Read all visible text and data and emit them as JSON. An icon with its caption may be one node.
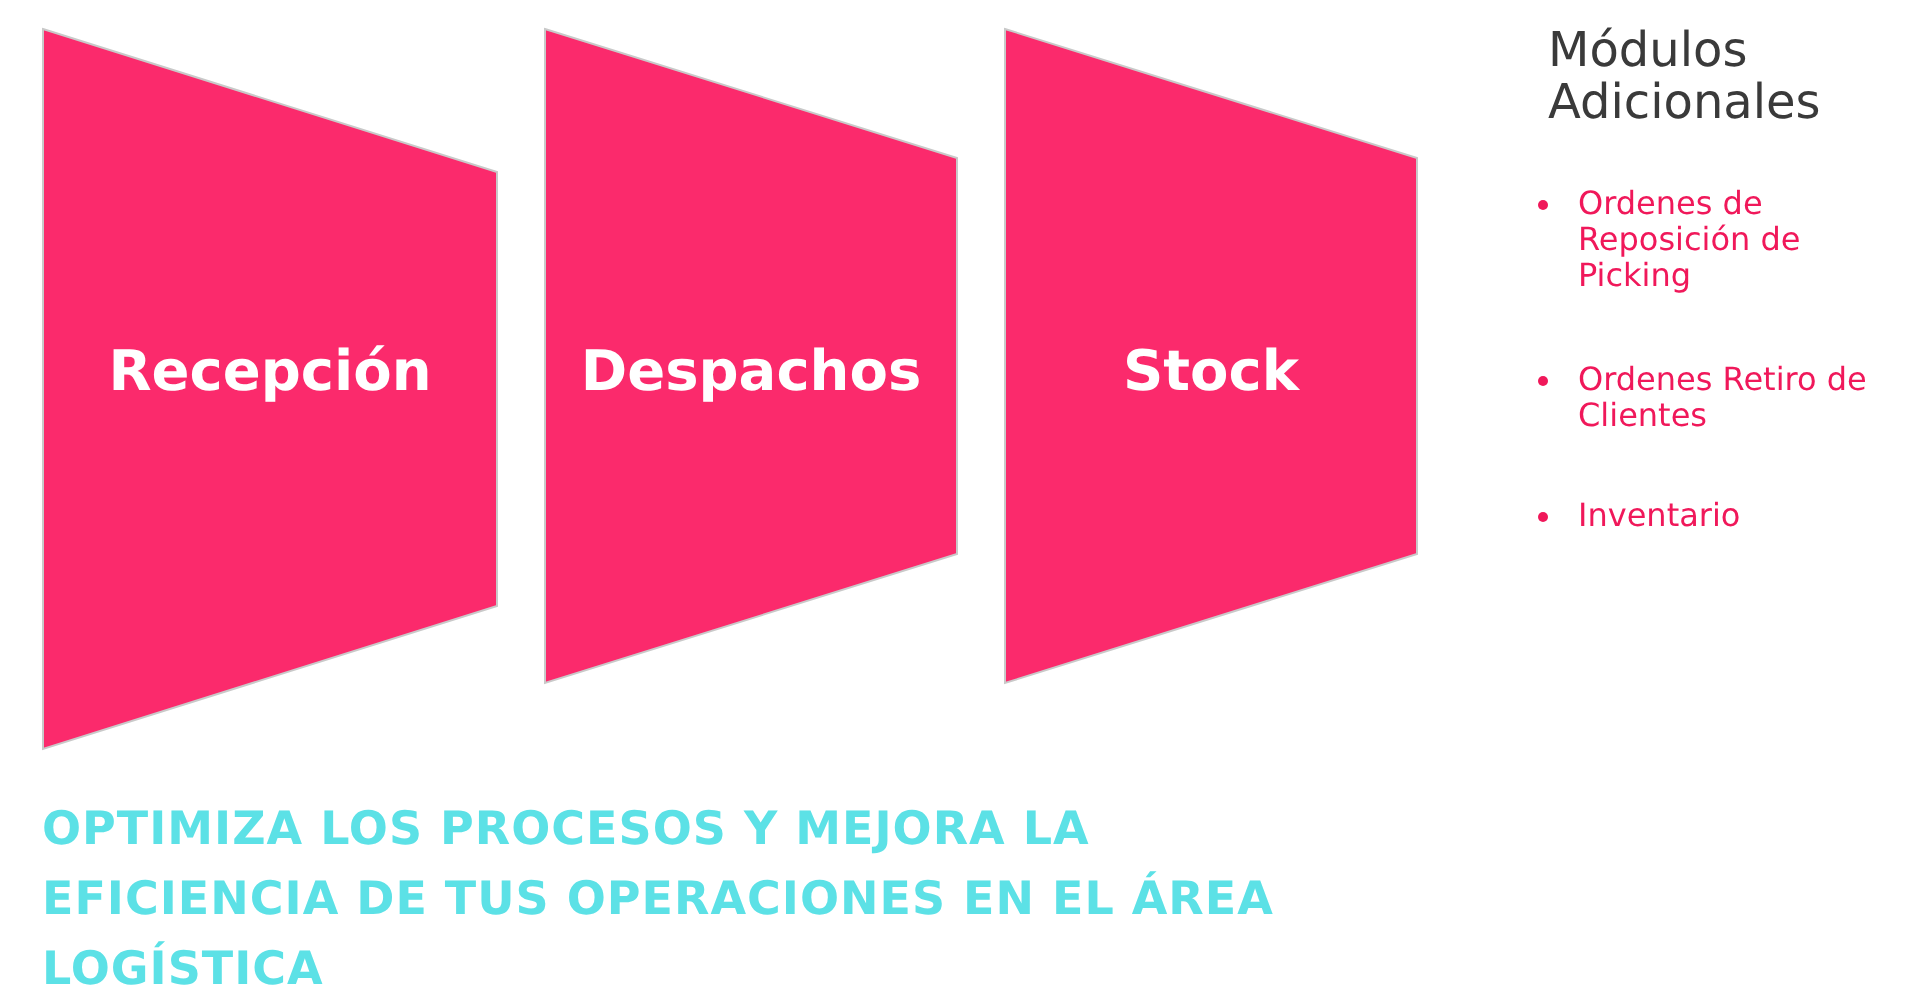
{
  "diagram": {
    "nodes": [
      {
        "text": [
          "Recepción"
        ]
      },
      {
        "text": [
          "Despachos"
        ]
      },
      {
        "text": [
          "Stock"
        ]
      }
    ],
    "labels": [
      "Módulos Adicionales",
      "Ordenes de Reposición de Picking",
      "Ordenes Retiro de Clientes",
      "Inventario",
      "OPTIMIZA LOS PROCESOS Y MEJORA LA EFICIENCIA DE TUS OPERACIONES EN EL ÁREA LOGÍSTICA"
    ]
  }
}
